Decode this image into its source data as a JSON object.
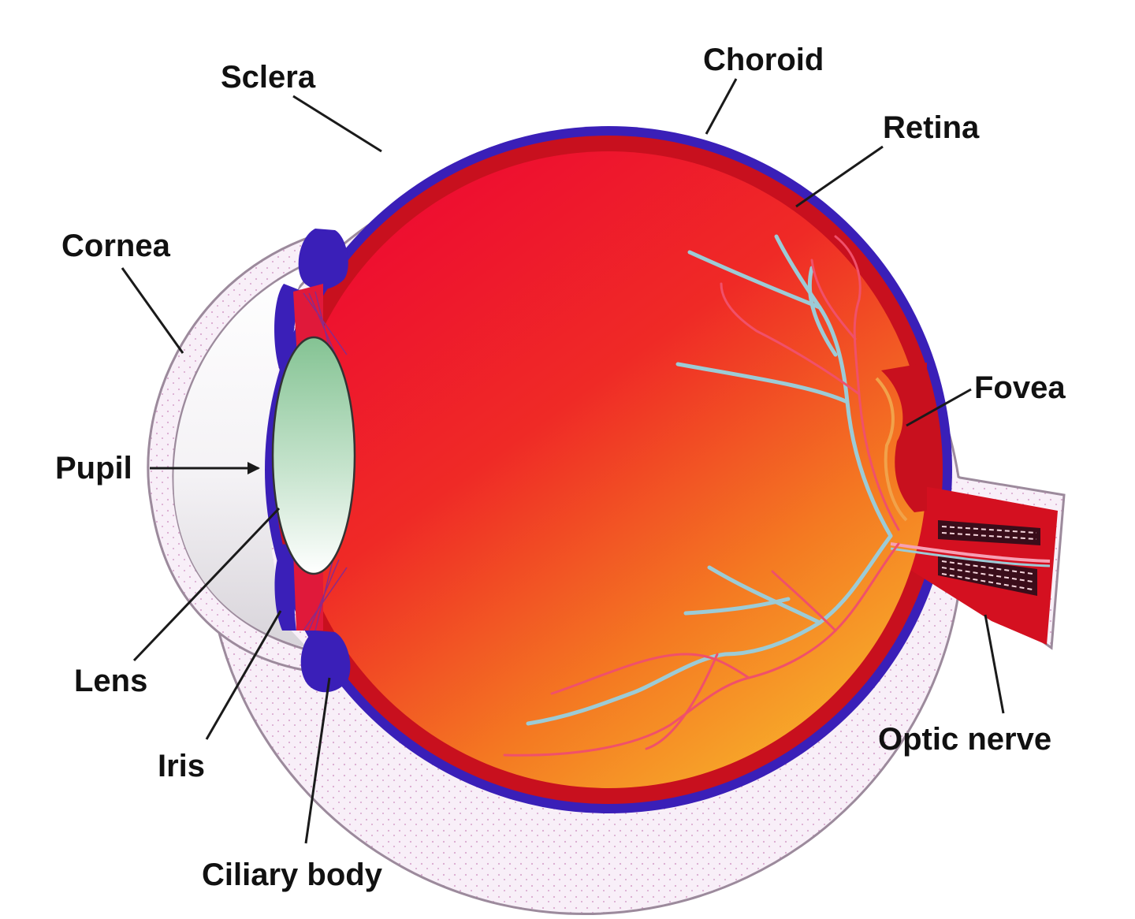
{
  "labels": {
    "sclera": "Sclera",
    "choroid": "Choroid",
    "retina": "Retina",
    "cornea": "Cornea",
    "fovea": "Fovea",
    "pupil": "Pupil",
    "lens": "Lens",
    "iris": "Iris",
    "ciliary_body": "Ciliary body",
    "optic_nerve": "Optic nerve"
  },
  "colors": {
    "sclera_fill": "#f7eef7",
    "choroid": "#3a1fb8",
    "retina": "#d41020",
    "vitreous_top": "#ee1030",
    "vitreous_bottom": "#f7a82a",
    "lens_top": "#8cc79a",
    "lens_bottom": "#ffffff",
    "artery": "#f0506a",
    "vein": "#9ccbd6",
    "label_text": "#111111"
  }
}
